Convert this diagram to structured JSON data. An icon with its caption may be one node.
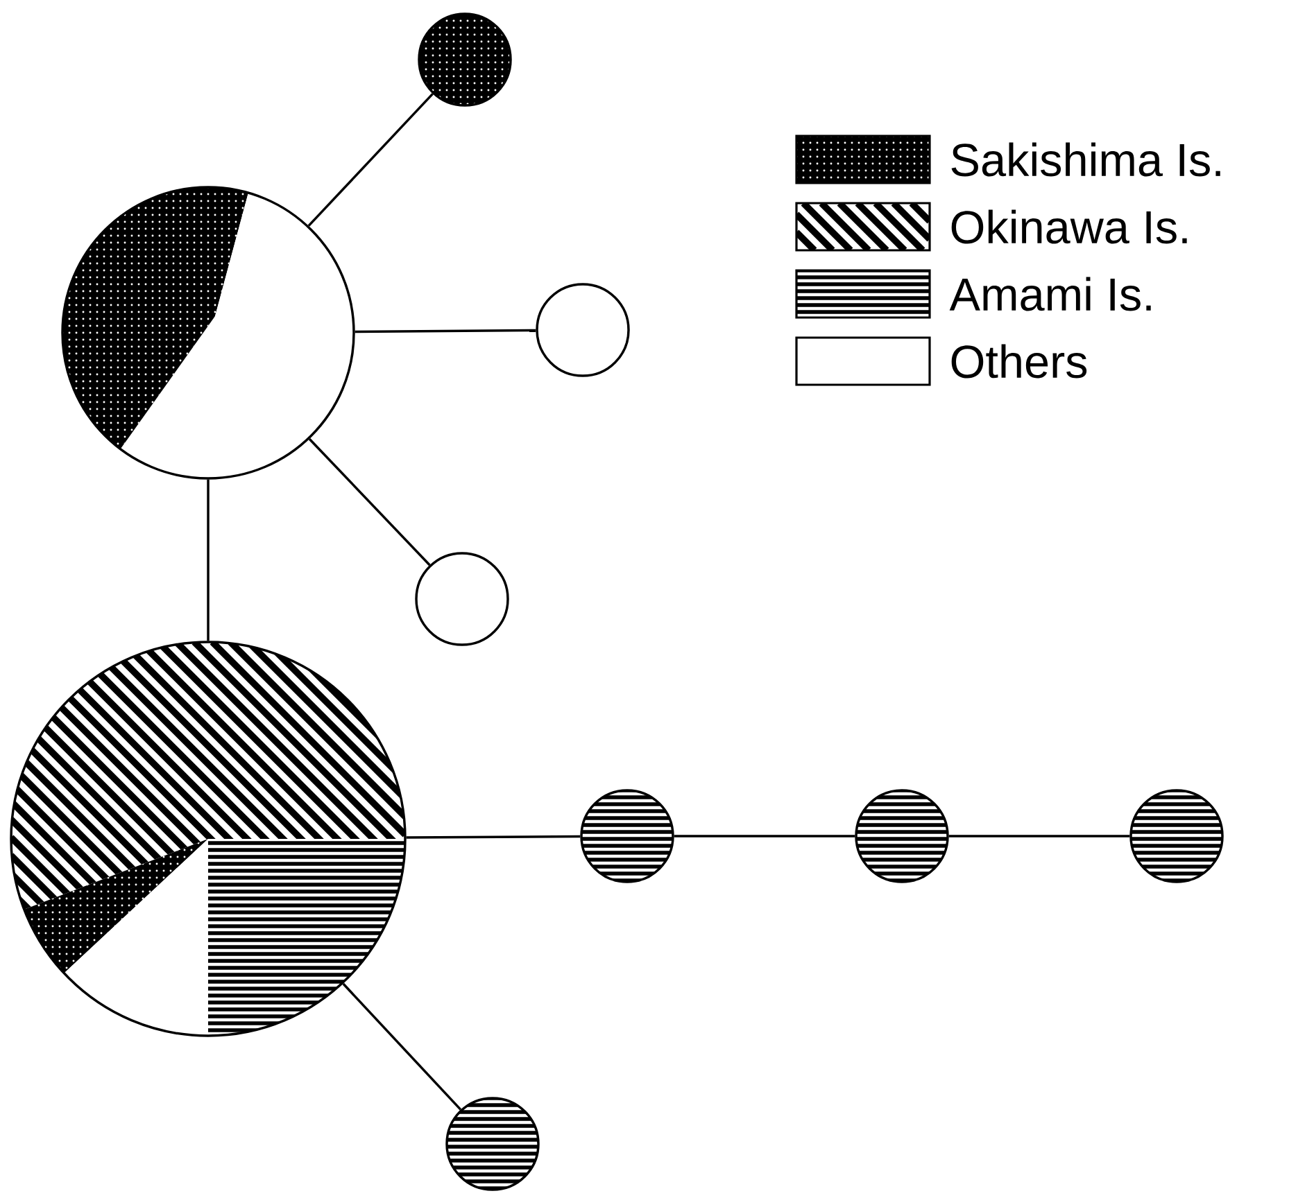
{
  "diagram": {
    "nodes": [
      {
        "text": [],
        "shape": "circle"
      },
      {
        "text": [],
        "shape": "circle"
      },
      {
        "text": [],
        "shape": "circle"
      },
      {
        "text": [],
        "shape": "circle"
      },
      {
        "text": [],
        "shape": "circle"
      },
      {
        "text": [],
        "shape": "circle"
      },
      {
        "text": [],
        "shape": "circle"
      },
      {
        "text": [],
        "shape": "circle"
      },
      {
        "text": [],
        "shape": "circle"
      }
    ],
    "edges": [
      {
        "from": 1,
        "to": 0,
        "arrow": "none"
      },
      {
        "from": 1,
        "to": 2,
        "arrow": "none"
      },
      {
        "from": 1,
        "to": 3,
        "arrow": "none"
      },
      {
        "from": 1,
        "to": 4,
        "arrow": "none"
      },
      {
        "from": 4,
        "to": 5,
        "arrow": "none"
      },
      {
        "from": 5,
        "to": 6,
        "arrow": "none"
      },
      {
        "from": 6,
        "to": 7,
        "arrow": "none"
      },
      {
        "from": 4,
        "to": 8,
        "arrow": "none"
      }
    ],
    "legend": [
      {
        "text": "Sakishima Is."
      },
      {
        "text": "Okinawa Is."
      },
      {
        "text": "Amami Is."
      },
      {
        "text": "Others"
      }
    ]
  }
}
